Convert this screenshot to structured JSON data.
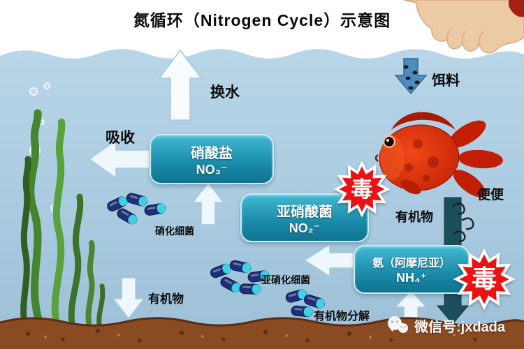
{
  "title": "氮循环（Nitrogen Cycle）示意图",
  "labels": {
    "water_change": "换水",
    "absorb": "吸收",
    "feed": "饵料",
    "poop": "便便",
    "toxic": "毒",
    "organic_right": "有机物",
    "organic_bottom": "有机物",
    "nitrifying_bacteria": "硝化细菌",
    "nitrite_bacteria": "亚硝化细菌",
    "organic_decompose": "有机物分解"
  },
  "boxes": {
    "nitrate": {
      "name": "硝酸盐",
      "formula": "NO₃⁻"
    },
    "nitrite": {
      "name": "亚硝酸菌",
      "formula": "NO₂⁻"
    },
    "ammonia": {
      "name": "氨（阿摩尼亚）",
      "formula": "NH₄⁺"
    }
  },
  "watermark": "微信号:jxdada",
  "colors": {
    "box_top": "#41b9d2",
    "box_bottom": "#0f7391",
    "toxic_red": "#ea1212",
    "water_top": "#b9d6e8",
    "water_bottom": "#9cc0d8",
    "substrate_brown": "#8a4a22",
    "fish_red": "#d42808"
  }
}
